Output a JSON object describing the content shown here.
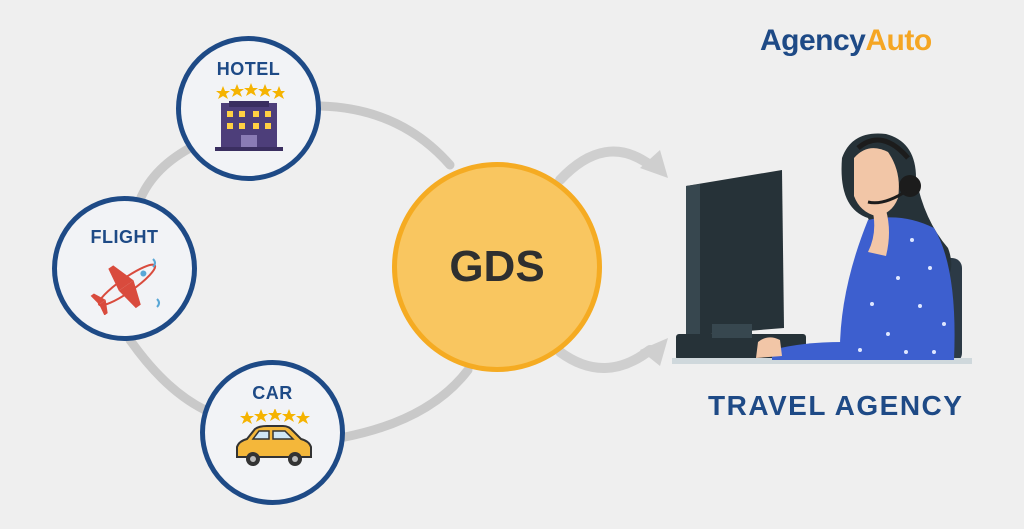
{
  "brand": {
    "name_part1": "Agency",
    "name_part2": "Auto"
  },
  "center": {
    "label": "GDS"
  },
  "sources": [
    {
      "id": "hotel",
      "label": "HOTEL",
      "icon": "hotel-icon"
    },
    {
      "id": "flight",
      "label": "FLIGHT",
      "icon": "airplane-icon"
    },
    {
      "id": "car",
      "label": "CAR",
      "icon": "car-icon"
    }
  ],
  "target": {
    "label": "TRAVEL AGENCY",
    "illustration": "agent-at-computer-illustration"
  },
  "colors": {
    "navy": "#1e4a86",
    "accent_orange": "#f5a623",
    "gds_fill": "#f9c660",
    "gds_border": "#f5ab22",
    "connector_gray": "#c9c9c9",
    "background": "#efefef"
  }
}
